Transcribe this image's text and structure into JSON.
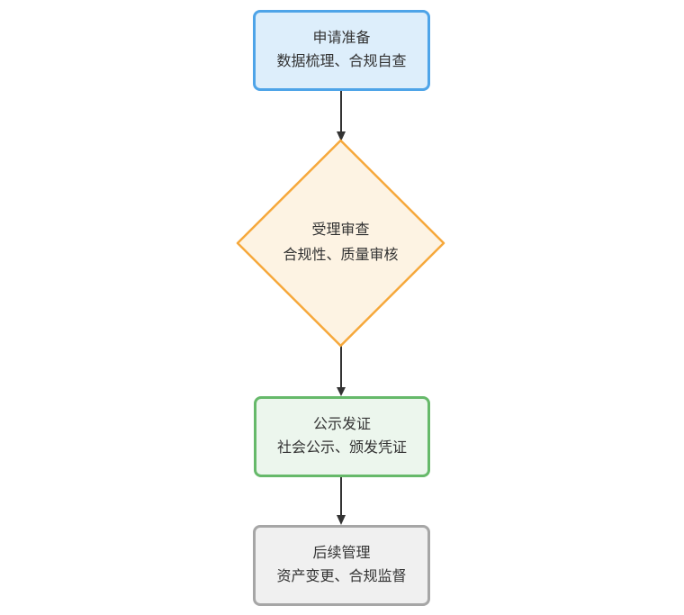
{
  "diagram": {
    "type": "flowchart",
    "direction": "top-to-bottom",
    "nodes": {
      "prepare": {
        "title": "申请准备",
        "subtitle": "数据梳理、合规自查",
        "shape": "rounded-rect"
      },
      "review": {
        "title": "受理审查",
        "subtitle": "合规性、质量审核",
        "shape": "diamond"
      },
      "publish": {
        "title": "公示发证",
        "subtitle": "社会公示、颁发凭证",
        "shape": "rounded-rect"
      },
      "manage": {
        "title": "后续管理",
        "subtitle": "资产变更、合规监督",
        "shape": "rounded-rect"
      }
    },
    "edges": [
      {
        "from": "prepare",
        "to": "review"
      },
      {
        "from": "review",
        "to": "publish"
      },
      {
        "from": "publish",
        "to": "manage"
      }
    ],
    "colors": {
      "background": "#ffffff",
      "text": "#333333",
      "edge": "#333333",
      "prepare_fill": "#ddeefb",
      "prepare_stroke": "#4ea4e8",
      "review_fill": "#fdf3e3",
      "review_stroke": "#f6a83b",
      "publish_fill": "#ecf6ed",
      "publish_stroke": "#66b96a",
      "manage_fill": "#f0f0f0",
      "manage_stroke": "#a6a6a6"
    }
  }
}
